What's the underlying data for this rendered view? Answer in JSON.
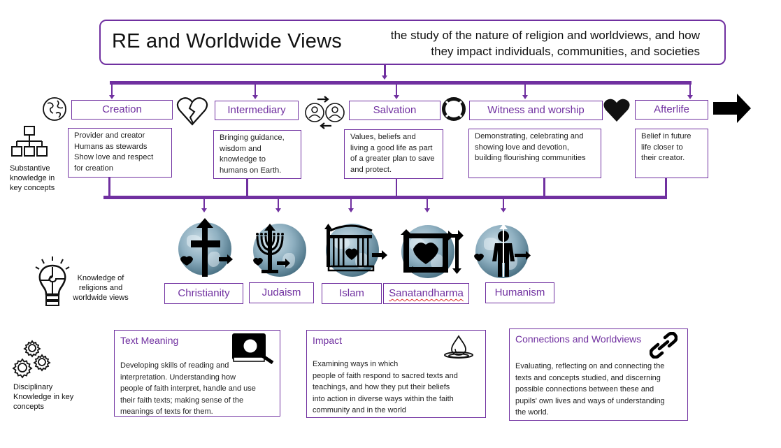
{
  "header": {
    "title": "RE and Worldwide Views",
    "subtitle_line1": "the study of the nature of religion and worldviews, and how",
    "subtitle_line2": "they impact individuals, communities, and societies"
  },
  "colors": {
    "accent": "#7030a0",
    "text": "#111111",
    "globe": "#5f8799"
  },
  "concepts": [
    {
      "label": "Creation",
      "icon": "globe-icon",
      "description_lines": [
        "Provider and creator",
        "Humans as stewards",
        "Show love and respect",
        "for creation"
      ]
    },
    {
      "label": "Intermediary",
      "icon": "broken-heart-icon",
      "description_lines": [
        "Bringing guidance,",
        "wisdom and",
        "knowledge to",
        "humans on Earth."
      ]
    },
    {
      "label": "Salvation",
      "icon": "people-exchange-icon",
      "description_lines": [
        "Values, beliefs and",
        "living a good life as part",
        "of a greater plan to save",
        "and protect."
      ]
    },
    {
      "label": "Witness and worship",
      "icon": "lifebuoy-icon",
      "description_lines": [
        "Demonstrating, celebrating and",
        "showing love and devotion,",
        "building flourishing communities"
      ]
    },
    {
      "label": "Afterlife",
      "icon": "heart-icon",
      "description_lines": [
        "Belief in future",
        "life closer to",
        "their creator."
      ]
    }
  ],
  "side_labels": {
    "substantive": [
      "Substantive",
      "knowledge in",
      "key concepts"
    ],
    "religions": [
      "Knowledge of",
      "religions and",
      "worldwide views"
    ],
    "disciplinary": [
      "Disciplinary",
      "Knowledge in key",
      "concepts"
    ]
  },
  "religions": [
    {
      "label": "Christianity",
      "symbol": "cross-icon"
    },
    {
      "label": "Judaism",
      "symbol": "menorah-icon"
    },
    {
      "label": "Islam",
      "symbol": "mosque-gate-icon"
    },
    {
      "label": "Sanatandharma",
      "symbol": "heart-frame-icon"
    },
    {
      "label": "Humanism",
      "symbol": "human-figure-icon"
    }
  ],
  "disciplinary": [
    {
      "title": "Text Meaning",
      "icon": "book-magnifier-icon",
      "lines": [
        "Developing skills of reading and",
        "interpretation.  Understanding how",
        "people of faith interpret, handle and use",
        "their faith  texts; making sense of the",
        "meanings of texts for them."
      ]
    },
    {
      "title": "Impact",
      "icon": "water-drop-icon",
      "lines": [
        "Examining ways in which",
        "people of faith respond to sacred texts and",
        "teachings, and how they put their beliefs",
        "into action in diverse ways within the faith",
        "community and in the world"
      ]
    },
    {
      "title": "Connections and Worldviews",
      "icon": "chain-link-icon",
      "lines": [
        "Evaluating, reflecting on and connecting the",
        "texts and concepts studied, and discerning",
        "possible connections between these and",
        "pupils' own lives and ways of understanding",
        "the world."
      ]
    }
  ]
}
